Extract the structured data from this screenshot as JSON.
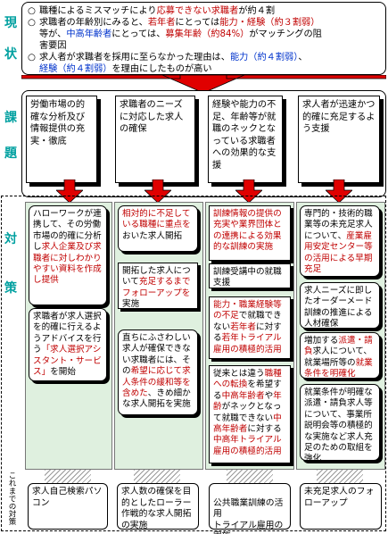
{
  "labels": {
    "status": [
      "現",
      "状"
    ],
    "issues": [
      "課",
      "題"
    ],
    "measures": [
      "対",
      "策"
    ],
    "existing": "これまでの対策"
  },
  "status": {
    "line1_a": "職種によるミスマッチにより",
    "line1_b": "応募できない求職者",
    "line1_c": "が約４割",
    "line2_a": "求職者の年齢別にみると、",
    "line2_b": "若年者",
    "line2_c": "にとっては",
    "line2_d": "能力・経験（約３割弱）",
    "line3_a": "等が、",
    "line3_b": "中高年齢者",
    "line3_c": "にとっては、",
    "line3_d": "募集年齢（約84%）",
    "line3_e": "がマッチングの阻",
    "line4": "害要因",
    "line5_a": "求人者が求職者を採用に至らなかった理由は、",
    "line5_b": "能力（約４割弱）",
    "line5_c": "、",
    "line6_a": "経験（約４割弱）",
    "line6_b": "を理由にしたものが高い"
  },
  "issues": [
    "労働市場の的確な分析及び情報提供の充実・徹底",
    "求職者のニーズに対応した求人の確保",
    "経験や能力の不足、年齢等が就職のネックとなっている求職者への効果的な支援",
    "求人者が迅速かつ的確に充足するよう支援"
  ],
  "measures": {
    "col1": {
      "card1_a": "ハローワークが連携して、その労働市場の的確に分析し",
      "card1_b": "求人企業及び求職者に対しわかりやすい資料を作成し提供",
      "card2_a": "求職者が求人選択を的確に行えるようアドバイスを行う",
      "card2_b": "「求人選択アシスタント・サービス」",
      "card2_c": "を開始"
    },
    "col2": {
      "card1_a": "相対的に不足している職種に重点を",
      "card1_b": "おいた求人開拓",
      "card2_a": "開拓した求人について",
      "card2_b": "充足するまでフォローアップを",
      "card2_c": "実施",
      "card3_a": "直ちにふさわしい求人が確保できない求職者には、その",
      "card3_b": "希望に応じて求人条件の緩和等を含めた",
      "card3_c": "、きめ細かな求人開拓を実施"
    },
    "col3": {
      "card1_a": "訓練情報の提供の充実や業界団体との連携による",
      "card1_b": "効果的な訓練の実施",
      "card2": "訓練受講中の就職支援",
      "card3_a": "能力・職業経験等の不足",
      "card3_b": "で就職できない",
      "card3_c": "若年者",
      "card3_d": "に対する",
      "card3_e": "若年トライアル雇用の積極的活用",
      "card4_a": "従来とは違う",
      "card4_b": "職種への転換",
      "card4_c": "を希望する",
      "card4_d": "中高年齢者",
      "card4_e": "や",
      "card4_f": "年齢",
      "card4_g": "がネックとなって就職できない",
      "card4_h": "中高年齢者",
      "card4_i": "に対する",
      "card4_j": "中高年トライアル雇用の積極的活用"
    },
    "col4": {
      "card1_a": "専門的・技術的職業等の未充足求人について、",
      "card1_b": "産業雇用安定センター等の活用による早期充足",
      "card2": "求人ニーズに即したオーダーメード訓練の推進による人材確保",
      "card3_a": "増加する",
      "card3_b": "派遣・請負",
      "card3_c": "求人について、就業場所等の",
      "card3_d": "就業条件を明確化",
      "card4": "就業条件が明確な派遣・請負求人等について、事業所説明会等の積極的な実施など求人充足のための取組を強化"
    }
  },
  "existing": [
    "求人自己検索パソコン",
    "求人数の確保を目的としたローラー作戦的な求人開拓の実施",
    "公共職業訓練の活用\nトライアル雇用の実施",
    "未充足求人のフォローアップ"
  ],
  "colors": {
    "accent_red": "#c00000",
    "accent_blue": "#0033cc",
    "label_teal": "#00a0a0",
    "arrow_red": "#e00000",
    "column_green": "#dff0df"
  }
}
